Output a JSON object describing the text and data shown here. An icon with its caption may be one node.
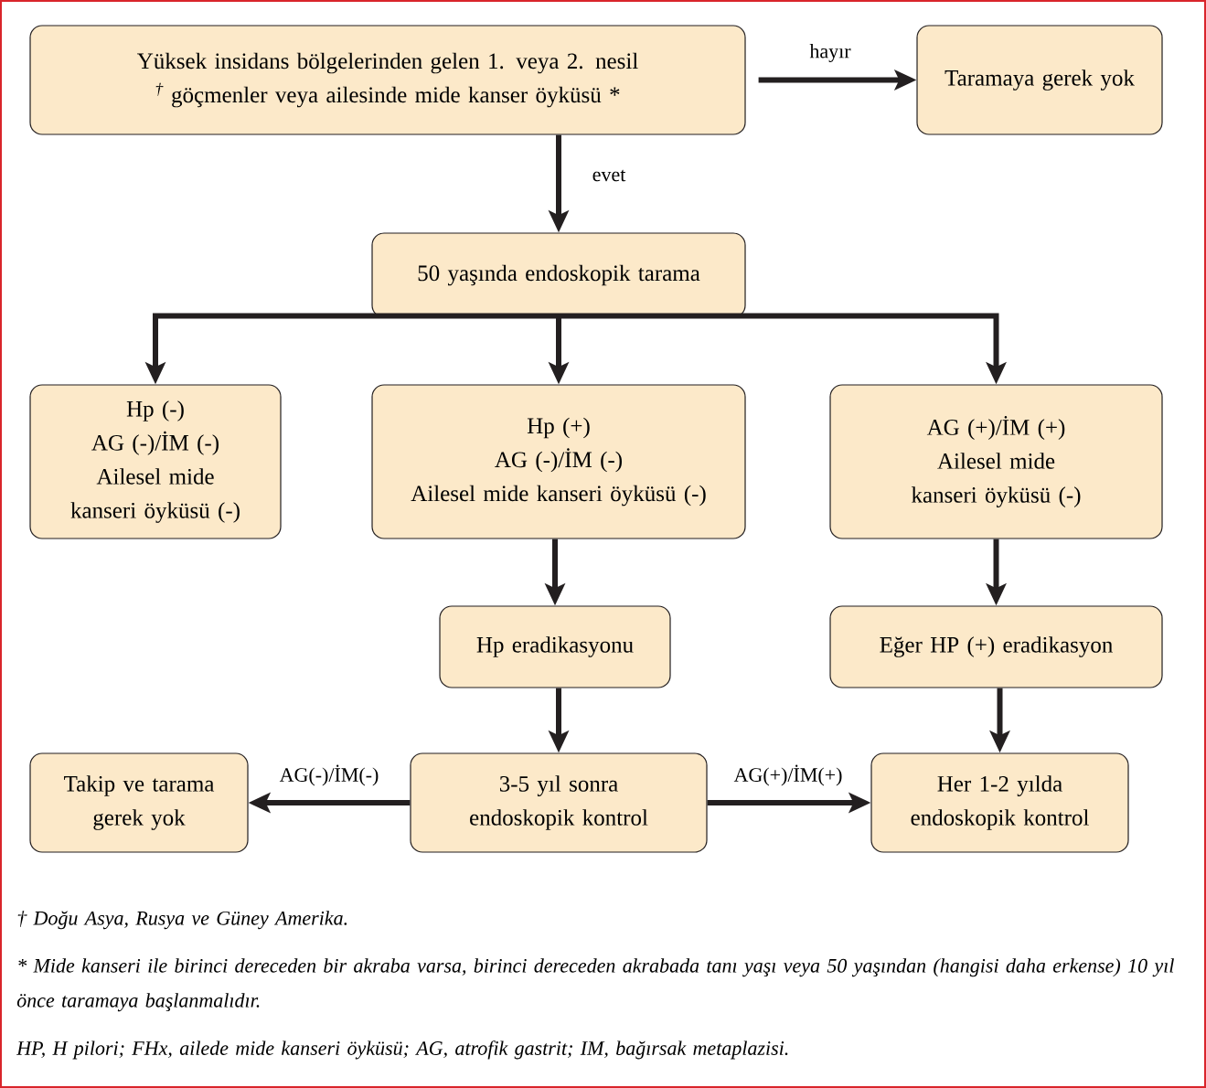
{
  "diagram": {
    "nodes": [
      {
        "text": [
          "Yüksek insidans bölgelerinden gelen 1. veya 2. nesil *$^{†}$* göçmenler veya ailesinde mide kanser öyküsü *"
        ]
      },
      {
        "text": [
          "Taramaya gerek yok"
        ]
      },
      {
        "text": [
          "50 yaşında endoskopik tarama"
        ]
      },
      {
        "text": [
          "Hp (-)",
          "AG (-)/İM (-)",
          "Ailesel mide kanseri öyküsü (-)"
        ]
      },
      {
        "text": [
          "Hp (+)",
          "AG (-)/İM (-)",
          "Ailesel mide kanseri öyküsü (-)"
        ]
      },
      {
        "text": [
          "AG (+)/İM (+)",
          "Ailesel mide kanseri öyküsü (-)"
        ]
      },
      {
        "text": [
          "Hp eradikasyonu"
        ]
      },
      {
        "text": [
          "Eğer HP (+) eradikasyon"
        ]
      },
      {
        "text": [
          "Takip ve tarama gerek yok"
        ]
      },
      {
        "text": [
          "3-5 yıl sonra endoskopik kontrol"
        ]
      },
      {
        "text": [
          "Her 1-2 yılda endoskopik kontrol"
        ]
      }
    ],
    "edges": [
      {
        "from": 0,
        "to": 1,
        "arrow": "to",
        "label": "hayır"
      },
      {
        "from": 0,
        "to": 2,
        "arrow": "to",
        "label": "evet"
      },
      {
        "from": 2,
        "to": 3,
        "arrow": "to"
      },
      {
        "from": 2,
        "to": 4,
        "arrow": "to"
      },
      {
        "from": 2,
        "to": 5,
        "arrow": "to"
      },
      {
        "from": 4,
        "to": 6,
        "arrow": "to"
      },
      {
        "from": 5,
        "to": 7,
        "arrow": "to"
      },
      {
        "from": 6,
        "to": 9,
        "arrow": "to"
      },
      {
        "from": 7,
        "to": 10,
        "arrow": "to"
      },
      {
        "from": 9,
        "to": 8,
        "arrow": "to",
        "label": "AG(-)/İM(-)"
      },
      {
        "from": 9,
        "to": 10,
        "arrow": "to",
        "label": "AG(+)/İM(+)"
      }
    ],
    "labels": [
      "† Doğu Asya, Rusya ve Güney Amerika.",
      "* Mide kanseri ile birinci dereceden bir akraba varsa, birinci dereceden akrabada tanı yaşı veya 50 yaşından (hangisi daha erkense) 10 yıl önce taramaya başlanmalıdır.",
      "HP, H pilori; FHx, ailede mide kanseri öyküsü; AG, atrofik gastrit; IM, bağırsak metaplazisi."
    ]
  }
}
